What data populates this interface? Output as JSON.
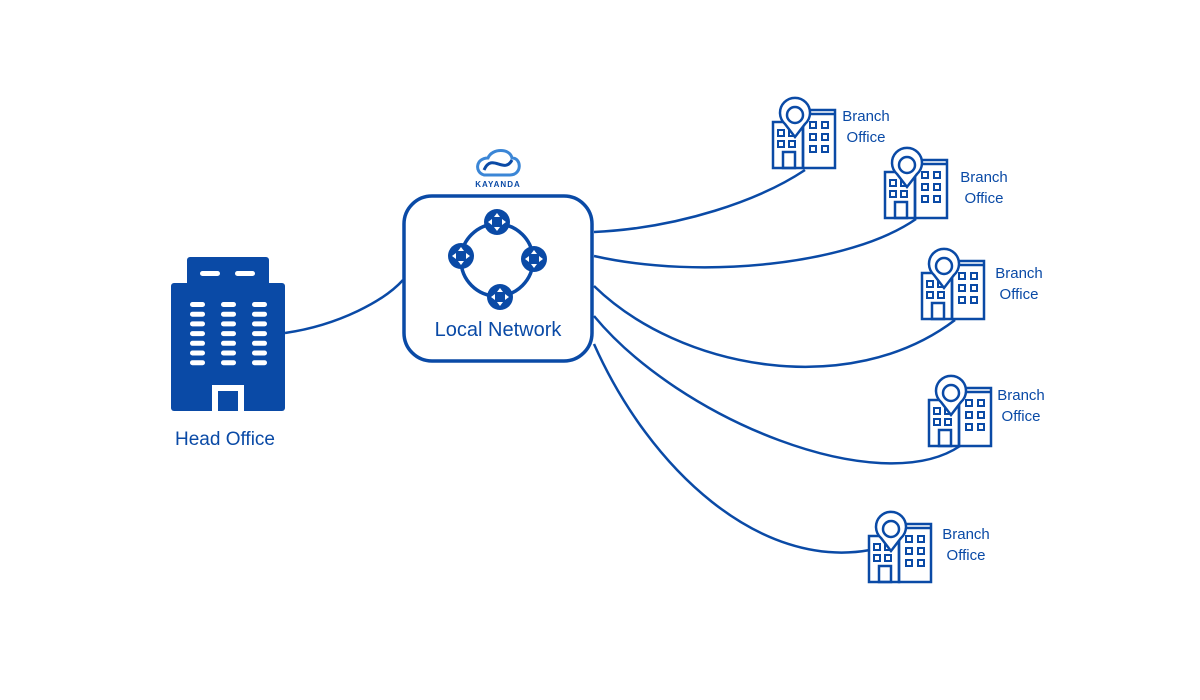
{
  "colors": {
    "primary": "#0a4aa6",
    "background": "#ffffff"
  },
  "logo": {
    "name": "KAYANDA",
    "icon": "cloud-logo-icon"
  },
  "hub": {
    "label": "Local Network",
    "icon": "router-ring-icon"
  },
  "head_office": {
    "label": "Head Office",
    "icon": "building-icon"
  },
  "branches": [
    {
      "line1": "Branch",
      "line2": "Office",
      "icon": "branch-building-pin-icon"
    },
    {
      "line1": "Branch",
      "line2": "Office",
      "icon": "branch-building-pin-icon"
    },
    {
      "line1": "Branch",
      "line2": "Office",
      "icon": "branch-building-pin-icon"
    },
    {
      "line1": "Branch",
      "line2": "Office",
      "icon": "branch-building-pin-icon"
    },
    {
      "line1": "Branch",
      "line2": "Office",
      "icon": "branch-building-pin-icon"
    }
  ],
  "connections": [
    {
      "from": "Head Office",
      "to": "Local Network"
    },
    {
      "from": "Local Network",
      "to": "Branch Office 1"
    },
    {
      "from": "Local Network",
      "to": "Branch Office 2"
    },
    {
      "from": "Local Network",
      "to": "Branch Office 3"
    },
    {
      "from": "Local Network",
      "to": "Branch Office 4"
    },
    {
      "from": "Local Network",
      "to": "Branch Office 5"
    }
  ]
}
